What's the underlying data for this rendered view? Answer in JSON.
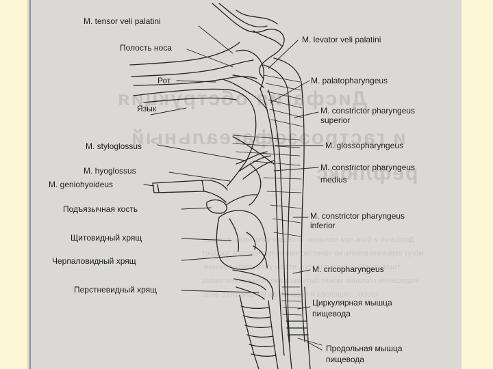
{
  "labels": {
    "tensor": "M. tensor veli palatini",
    "nasal_cavity": "Полость носа",
    "mouth": "Рот",
    "tongue": "Язык",
    "styloglossus": "M. styloglossus",
    "hyoglossus": "M. hyoglossus",
    "geniohyoideus": "M. geniohyoideus",
    "hyoid_bone": "Подъязычная кость",
    "thyroid_cartilage": "Щитовидный хрящ",
    "arytenoid_cartilage": "Черпаловидный хрящ",
    "cricoid_cartilage": "Перстневидный хрящ",
    "levator": "M. levator  veli palatini",
    "palatopharyngeus": "M. palatopharyngeus",
    "constrictor_superior_1": "M. constrictor  pharyngeus",
    "constrictor_superior_2": "superior",
    "glossopharyngeus": "M. glossopharyngeus",
    "constrictor_medius_1": "M. constrictor  pharyngeus",
    "constrictor_medius_2": "medius",
    "constrictor_inferior_1": "M. constrictor  pharyngeus",
    "constrictor_inferior_2": "inferior",
    "cricopharyngeus": "M. cricopharyngeus",
    "circular_1": "Циркулярная мышца",
    "circular_2": "пищевода",
    "longitudinal_1": "Продольная мышца",
    "longitudinal_2": "пищевода"
  },
  "colors": {
    "slide_background": "#fcf7d4",
    "page": "#dad9d6",
    "ink": "#1c1c1c"
  }
}
